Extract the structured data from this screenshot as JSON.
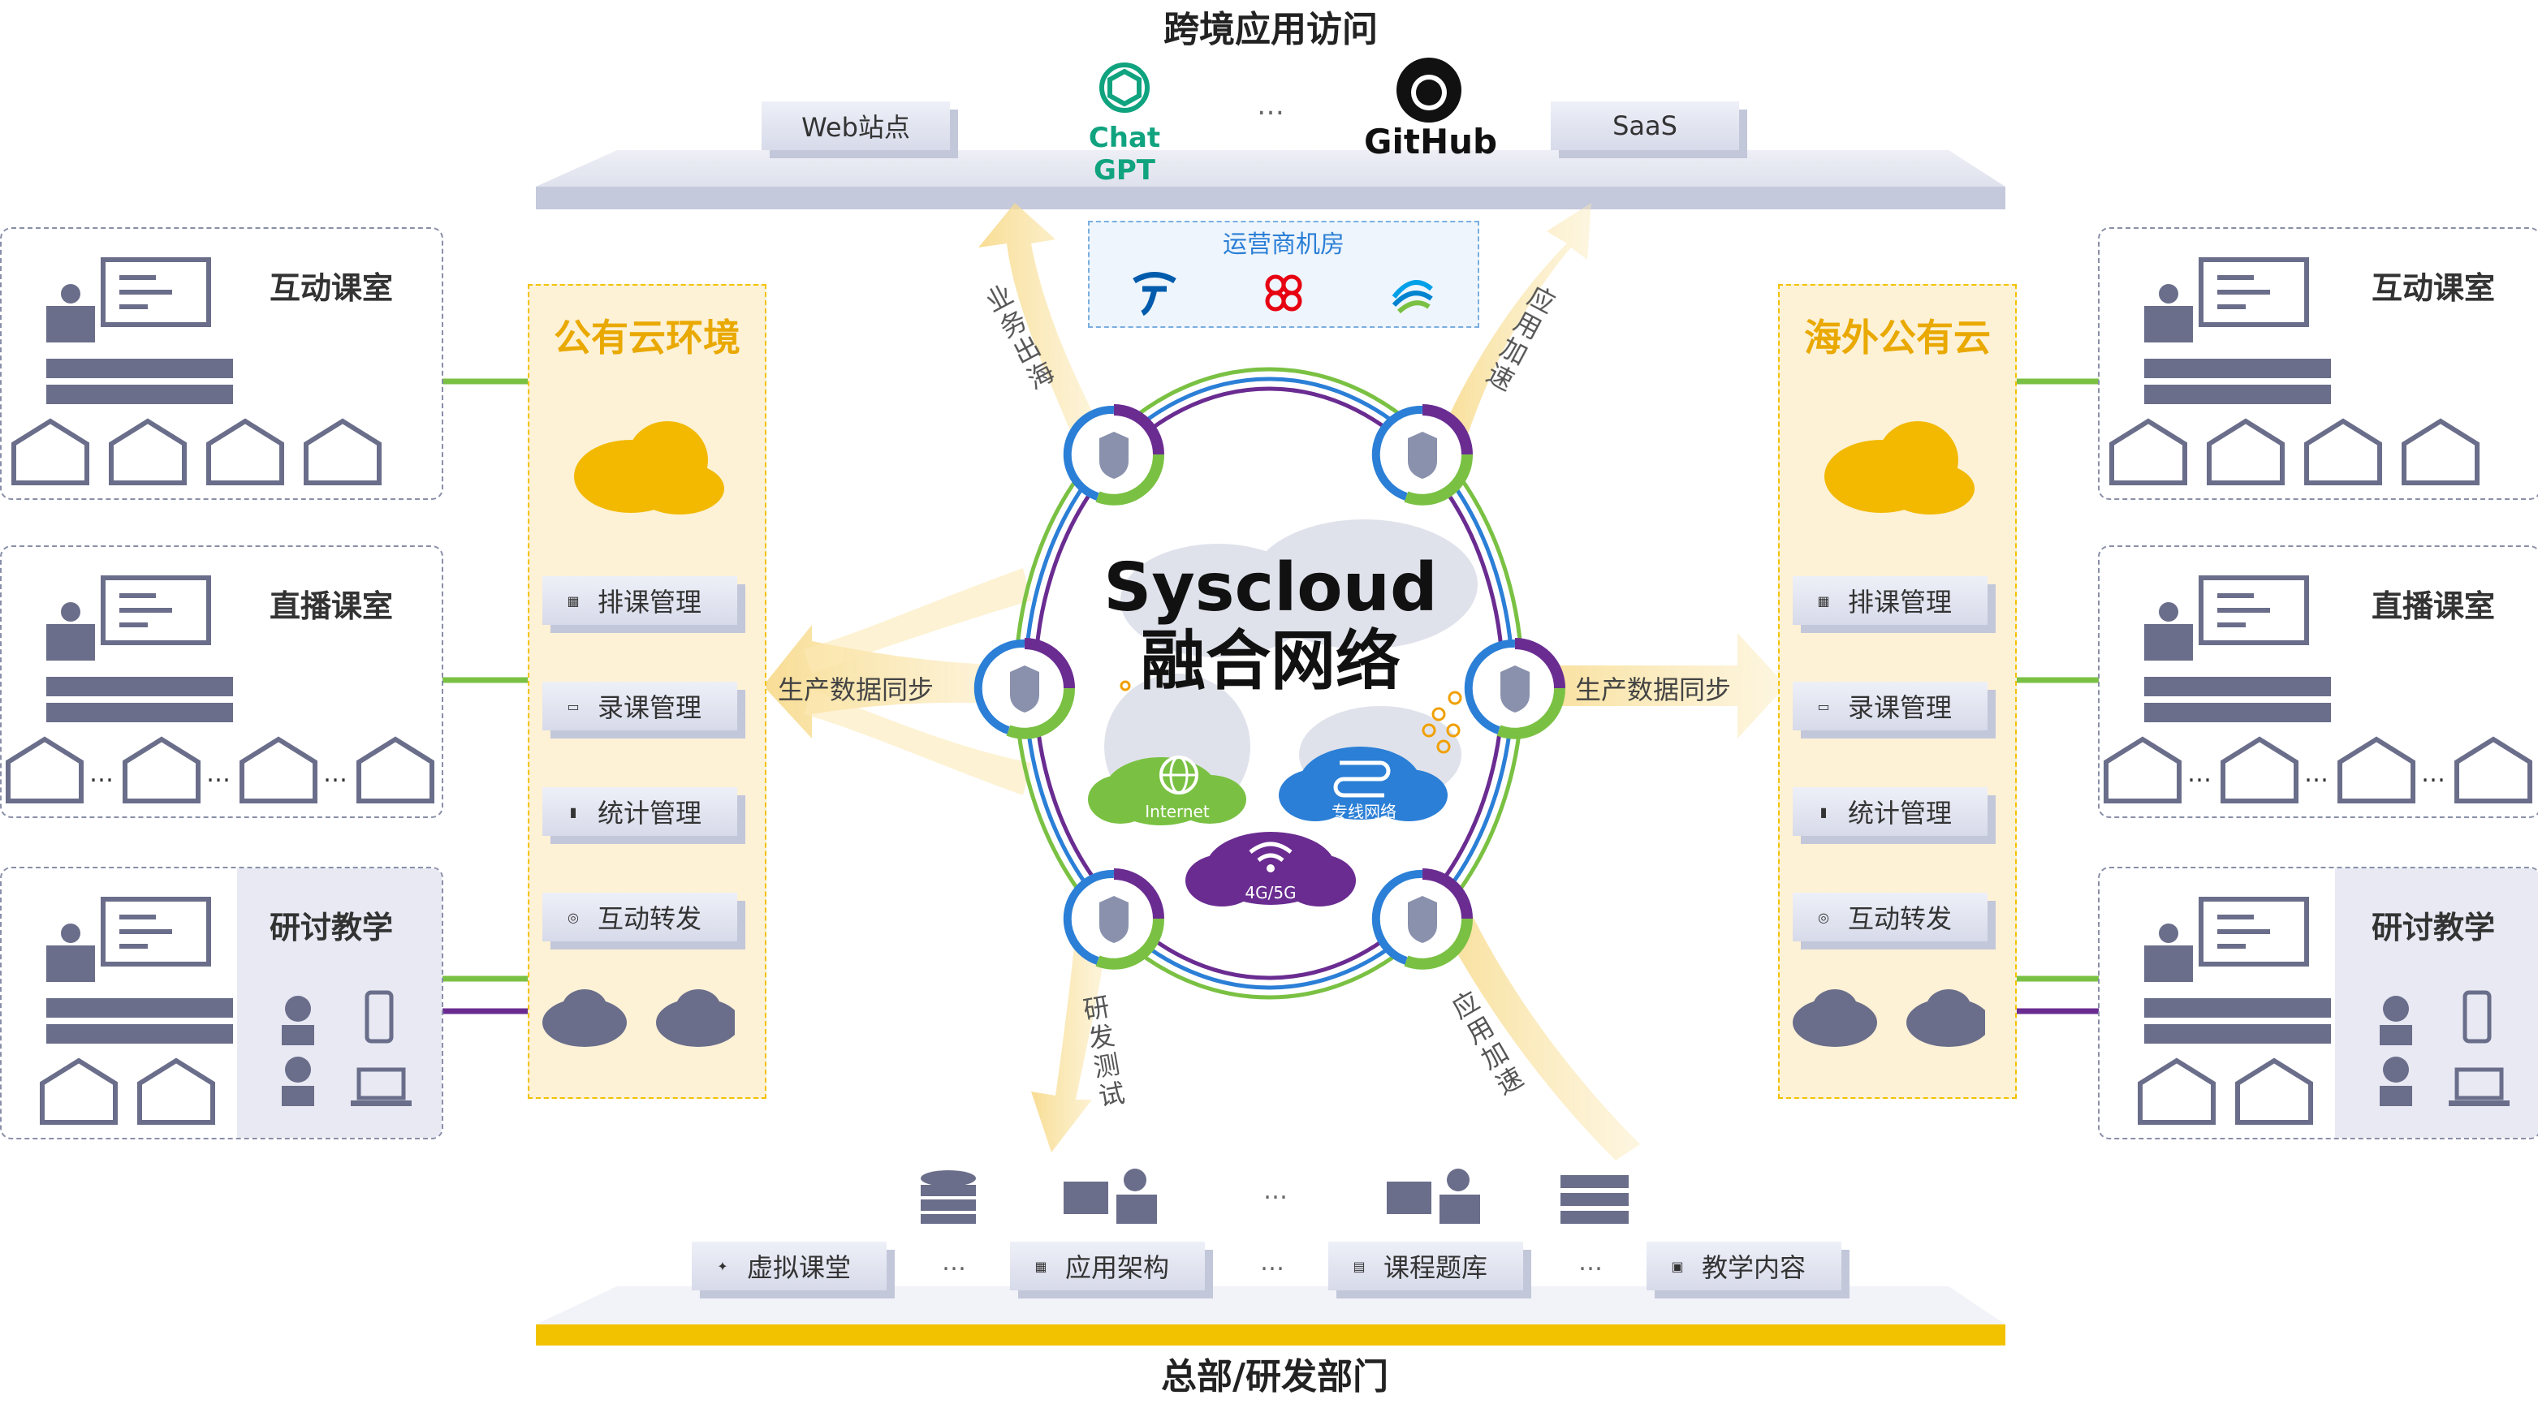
{
  "header": {
    "title": "跨境应用访问",
    "items": [
      "Web站点",
      "Chat GPT",
      "…",
      "GitHub",
      "SaaS"
    ]
  },
  "carrier": {
    "title": "运营商机房",
    "icons": [
      "china-telecom-icon",
      "china-unicom-icon",
      "china-mobile-icon"
    ]
  },
  "center": {
    "title_line1": "Syscloud",
    "title_line2": "融合网络",
    "internet": "Internet",
    "private": "专线网络",
    "mobile": "4G/5G"
  },
  "flows": {
    "left_top": "业务出海",
    "right_top": "应用加速",
    "left_mid": "生产数据同步",
    "right_mid": "生产数据同步",
    "left_bottom": "研发测试",
    "right_bottom": "应用加速"
  },
  "left_panel": {
    "title": "公有云环境",
    "items": [
      "排课管理",
      "录课管理",
      "统计管理",
      "互动转发"
    ]
  },
  "right_panel": {
    "title": "海外公有云",
    "items": [
      "排课管理",
      "录课管理",
      "统计管理",
      "互动转发"
    ]
  },
  "classrooms": {
    "interactive": "互动课室",
    "live": "直播课室",
    "seminar": "研讨教学",
    "ellipsis": "…"
  },
  "footer": {
    "title": "总部/研发部门",
    "items": [
      "虚拟课堂",
      "应用架构",
      "课程题库",
      "教学内容"
    ],
    "ellipsis": "…"
  },
  "colors": {
    "accent_yellow": "#f2c200",
    "panel_bg": "#fdf1d6",
    "purple": "#6a2c91",
    "green": "#7ac143",
    "blue": "#2b7fd6"
  }
}
